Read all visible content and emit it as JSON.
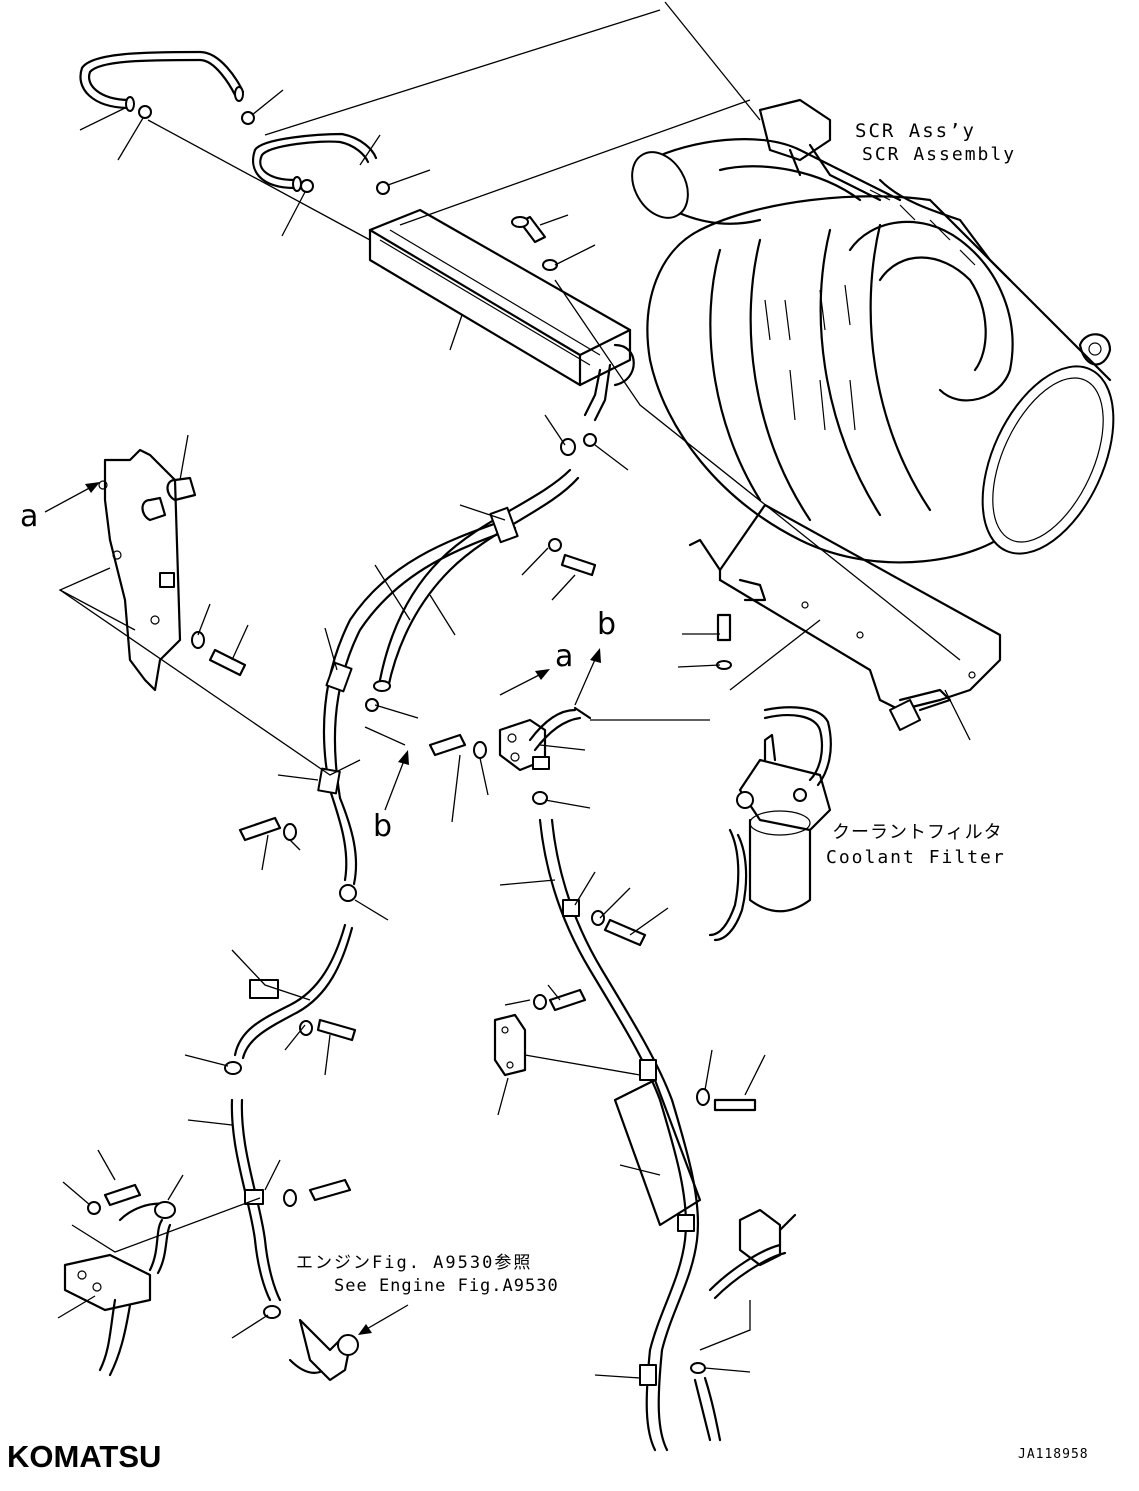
{
  "labels": {
    "scr_jp": "SCR Ass’y",
    "scr_en": "SCR Assembly",
    "filter_jp": "クーラントフィルタ",
    "filter_en": "Coolant Filter",
    "engine_jp": "エンジンFig. A9530参照",
    "engine_en": "See Engine Fig.A9530"
  },
  "refs": {
    "a_left": "a",
    "a_mid": "a",
    "b_mid": "b",
    "b_bottom": "b"
  },
  "brand": "KOMATSU",
  "drawing_id": "JA118958"
}
